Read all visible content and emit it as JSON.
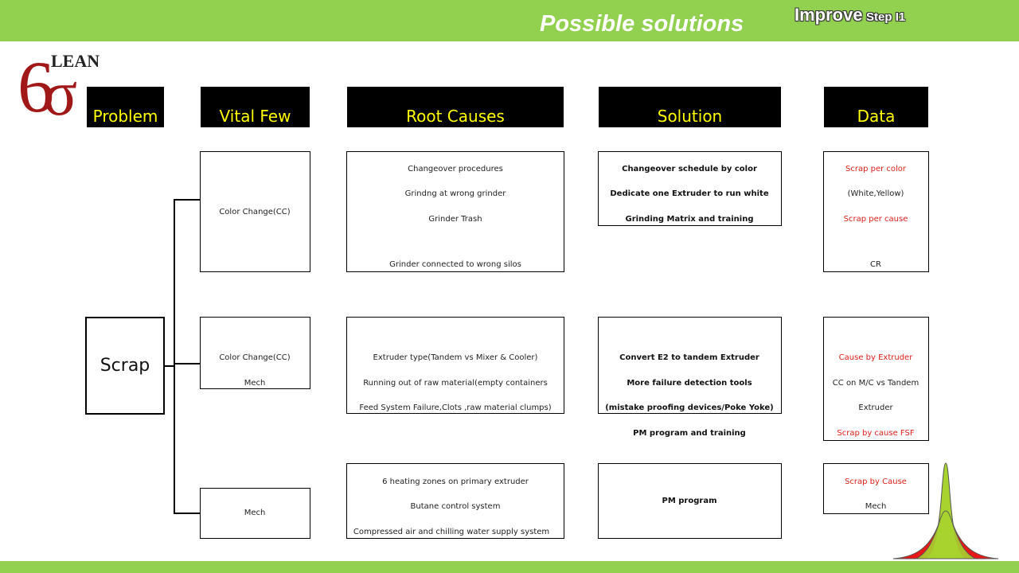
{
  "header": {
    "title": "Possible solutions",
    "step_big": "Improve",
    "step_small": "Step I1"
  },
  "logo": {
    "letters": "LEAN",
    "symbol": "6σ"
  },
  "columns": {
    "problem": "Problem",
    "vital_few": "Vital Few",
    "root_causes": "Root Causes",
    "solution": "Solution",
    "data": "Data"
  },
  "problem": "Scrap",
  "group1": {
    "vital": "Color Change(CC)",
    "causes": [
      "Changeover procedures",
      "Grindng at wrong grinder",
      "Grinder Trash",
      "Grinder connected to wrong silos"
    ],
    "solutions": [
      "Changeover schedule by color",
      "Dedicate one Extruder to run white",
      "Grinding Matrix and training"
    ],
    "data": [
      "Scrap per color",
      "(White,Yellow)",
      "Scrap per cause",
      "CR"
    ]
  },
  "group2": {
    "vital": [
      "Color Change(CC)",
      "Mech"
    ],
    "causes": [
      "Extruder type(Tandem vs Mixer & Cooler)",
      "Running out of raw material(empty containers",
      "Feed System Failure,Clots ,raw material clumps)"
    ],
    "solutions": [
      "Convert E2 to tandem Extruder",
      "More failure detection tools",
      "(mistake proofing devices/Poke Yoke)",
      "PM  program and training"
    ],
    "data": [
      "Cause by Extruder",
      "CC on M/C vs Tandem",
      "Extruder",
      "Scrap by cause FSF"
    ]
  },
  "group3": {
    "vital": "Mech",
    "causes": [
      "6 heating zones on primary extruder",
      "Butane control system",
      "Compressed air and chilling water supply system"
    ],
    "solution": "PM program",
    "data": [
      "Scrap by Cause",
      "Mech"
    ]
  },
  "colors": {
    "green": "#92d050",
    "header_text": "#ffff00",
    "red_text": "#e0201a"
  }
}
